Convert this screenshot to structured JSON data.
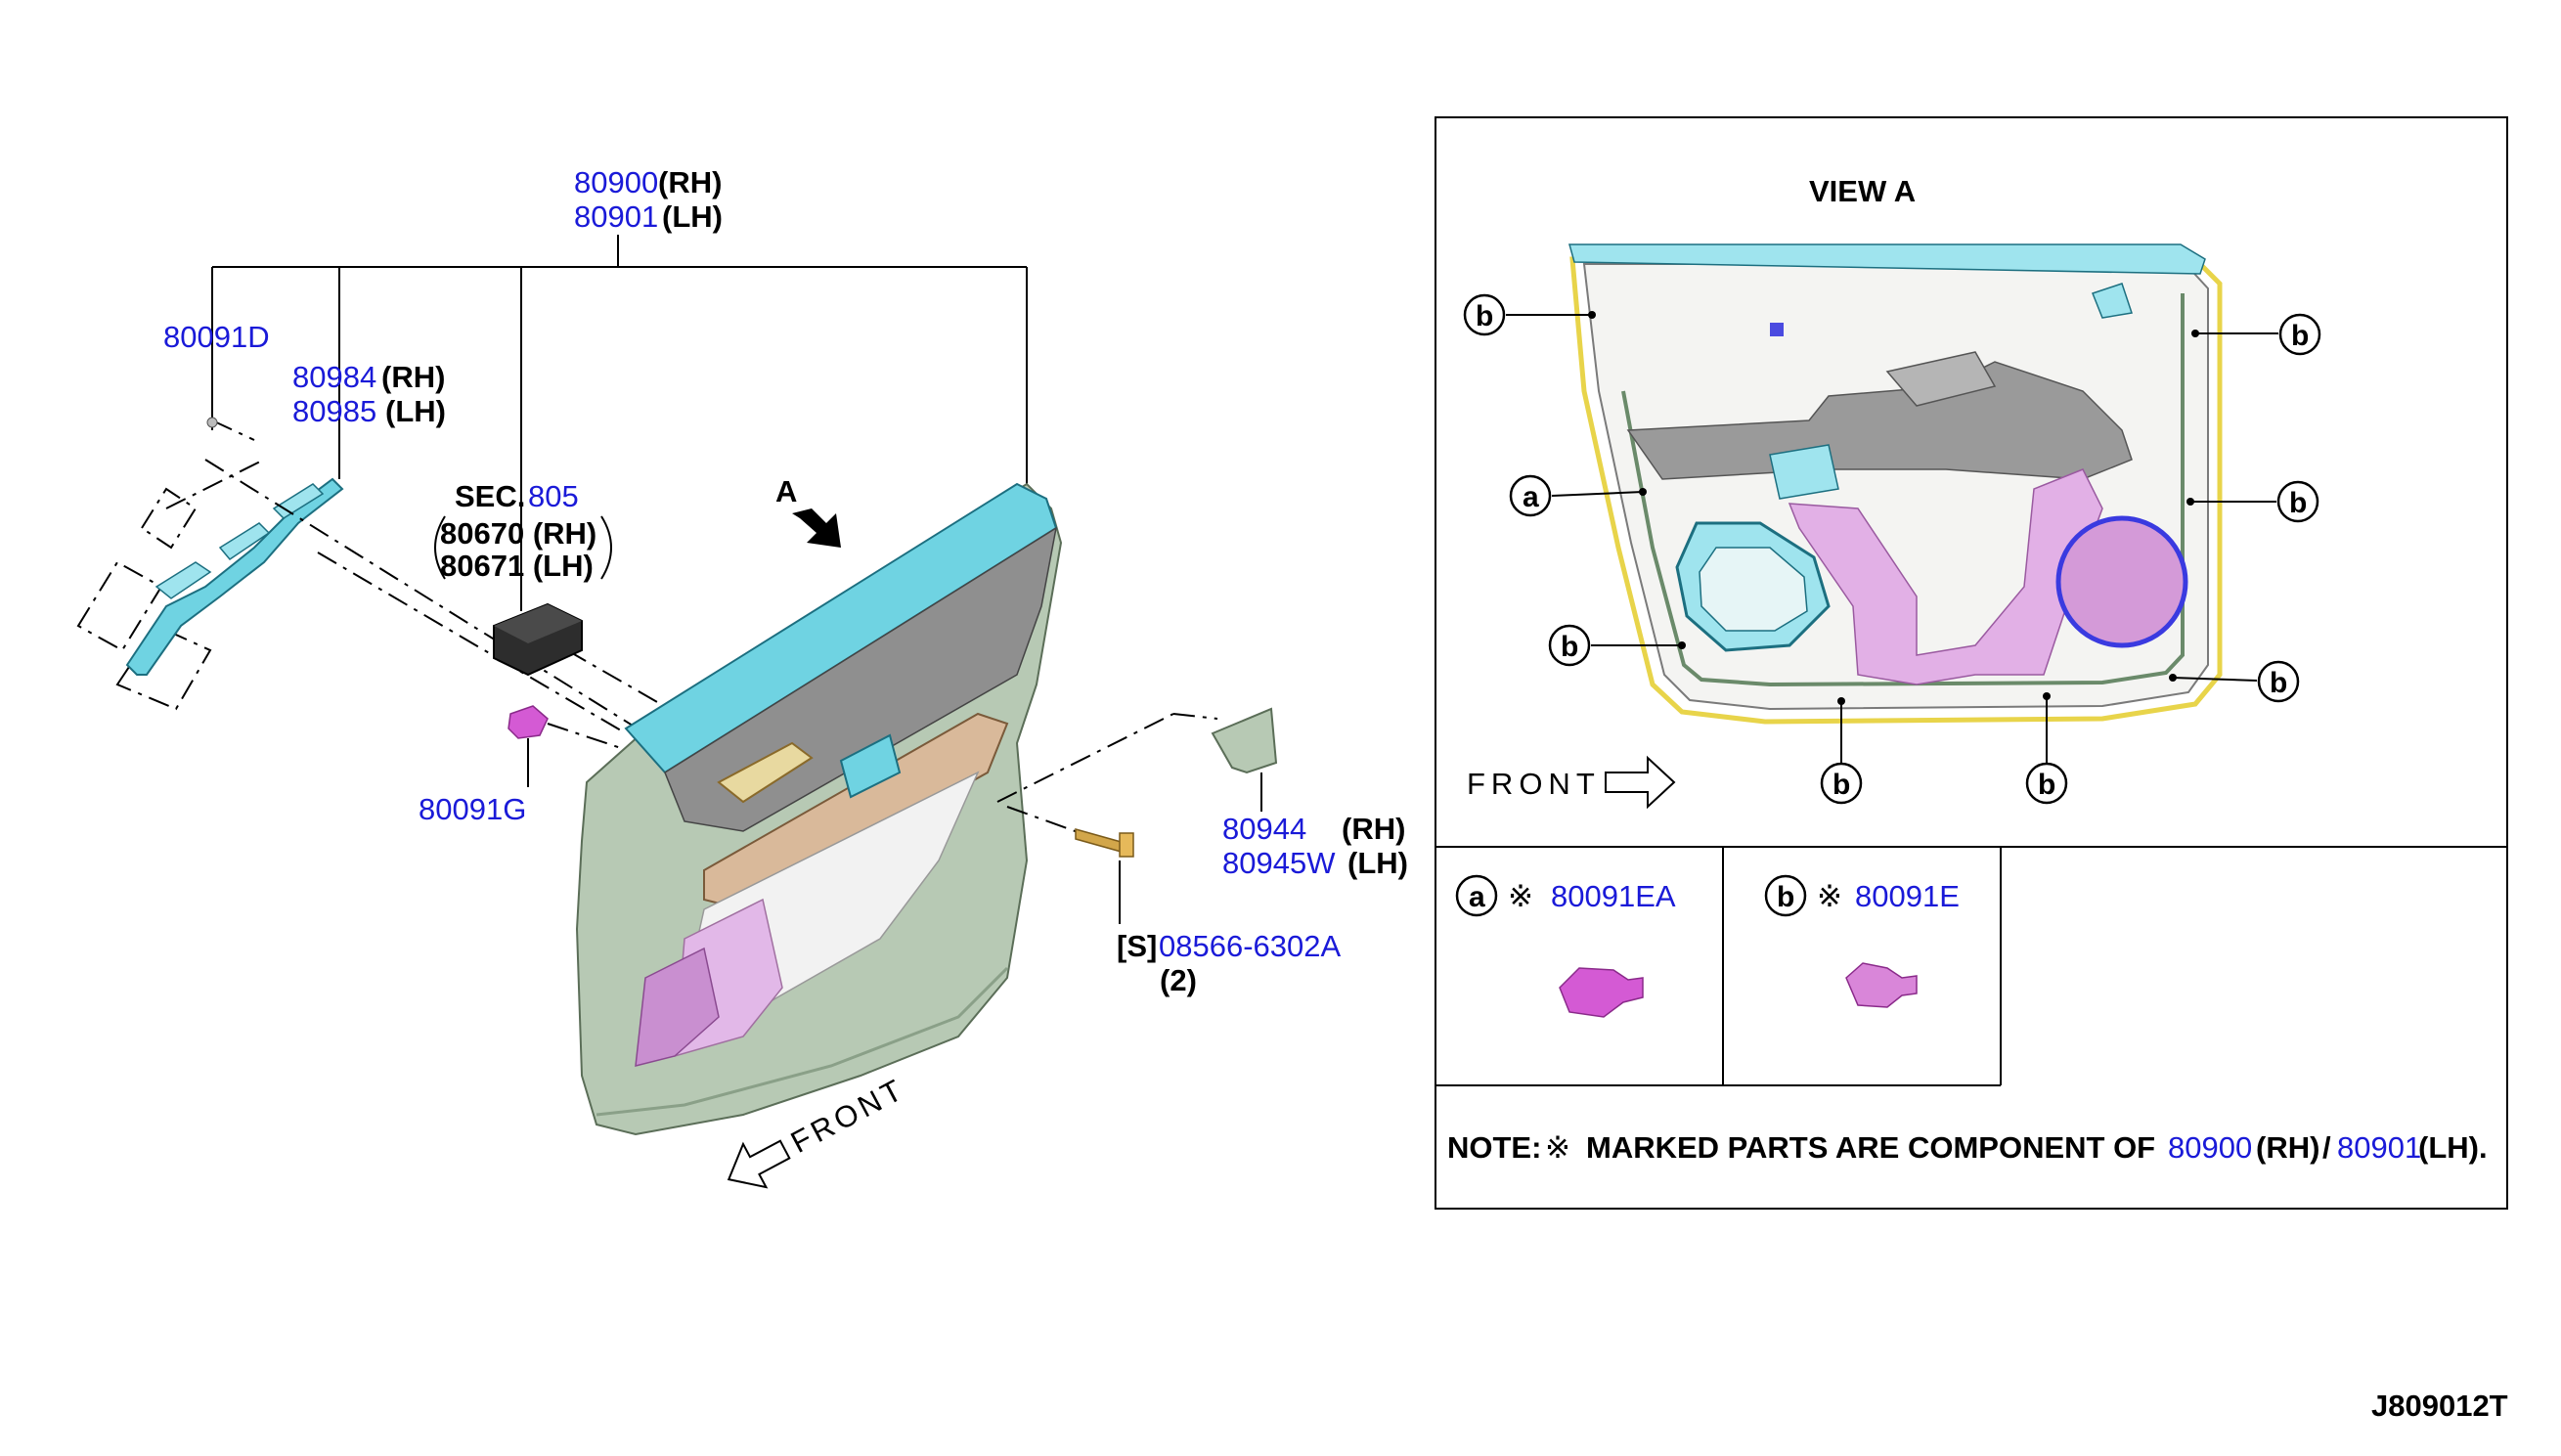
{
  "labels": {
    "trim_rh_pn": "80900",
    "trim_rh_side": "(RH)",
    "trim_lh_pn": "80901",
    "trim_lh_side": "(LH)",
    "clip_d": "80091D",
    "bracket_rh_pn": "80984",
    "bracket_rh_side": "(RH)",
    "bracket_lh_pn": "80985",
    "bracket_lh_side": "(LH)",
    "sec_prefix": "SEC.",
    "sec_num": "805",
    "switch_rh": "80670 (RH)",
    "switch_lh": "80671 (LH)",
    "clip_g": "80091G",
    "view_arrow": "A",
    "finisher_rh_pn": "80944",
    "finisher_rh_side": "(RH)",
    "finisher_lh_pn": "80945W",
    "finisher_lh_side": "(LH)",
    "screw_s": "[S]",
    "screw_pn": "08566-6302A",
    "screw_qty": "(2)",
    "front_main": "FRONT"
  },
  "view_a": {
    "title": "VIEW A",
    "front": "FRONT",
    "callout_a": "a",
    "callout_b": "b"
  },
  "legend": {
    "a_letter": "a",
    "a_mark": "※",
    "a_pn": "80091EA",
    "b_letter": "b",
    "b_mark": "※",
    "b_pn": "80091E"
  },
  "note": {
    "prefix": "NOTE: ",
    "mark": "※",
    "text": "MARKED PARTS ARE COMPONENT OF",
    "rh_pn": "80900",
    "rh_side": "(RH)",
    "slash": "/ ",
    "lh_pn": "80901",
    "lh_side": " (LH)."
  },
  "diagram_id": "J809012T",
  "colors": {
    "part_number_blue": "#1a1ad8",
    "trim_green": "#b7c9b4",
    "cyan": "#6fd3e2",
    "magenta": "#d45ad4",
    "wood": "#d9b99a"
  }
}
